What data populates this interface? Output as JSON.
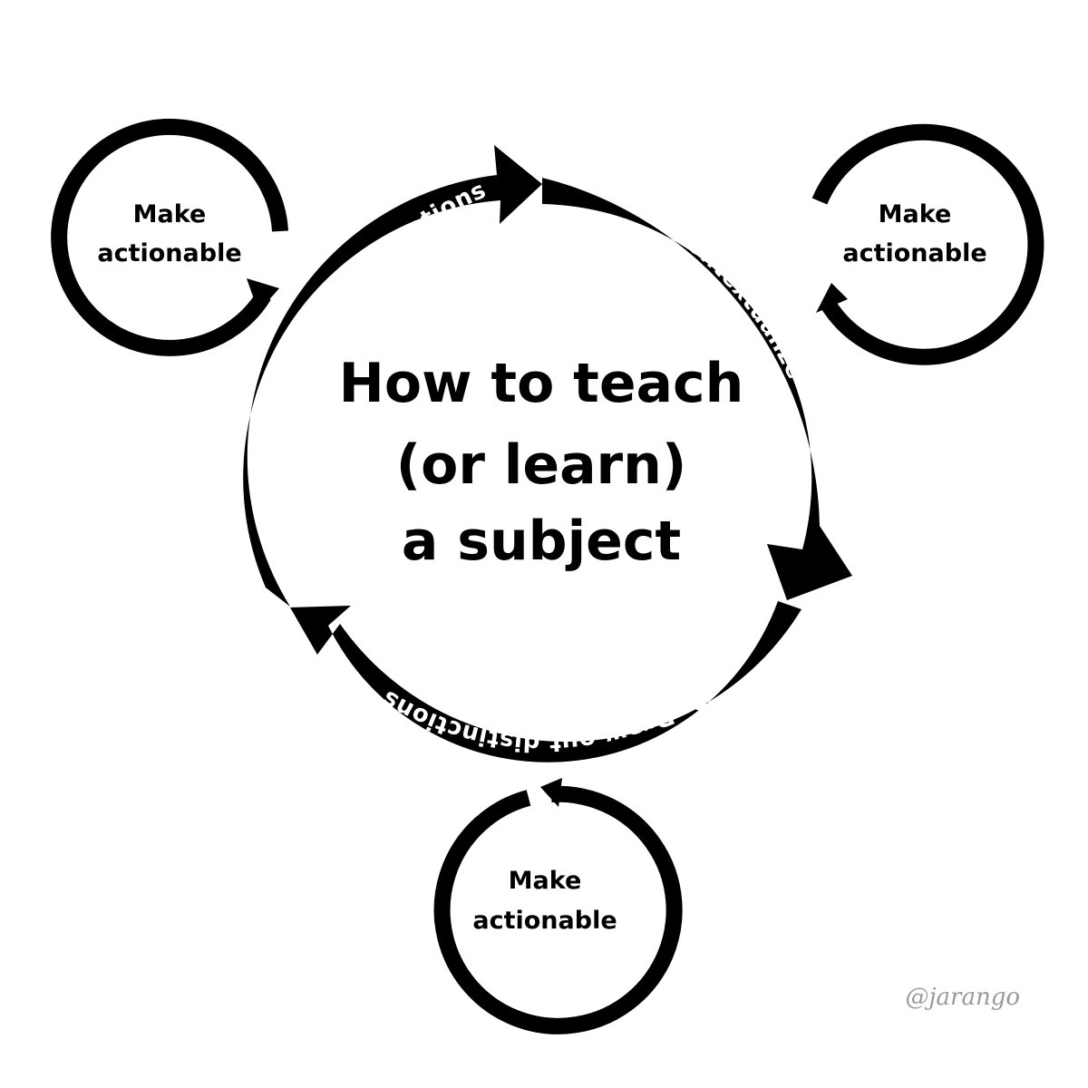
{
  "diagram": {
    "title_lines": [
      "How to teach",
      "(or learn)",
      "a subject"
    ],
    "steps": [
      {
        "label": "1. Contextualize"
      },
      {
        "label": "2. Draw out distinctions"
      },
      {
        "label": "3. Explore implications"
      }
    ],
    "satellites": [
      {
        "line1": "Make",
        "line2": "actionable"
      },
      {
        "line1": "Make",
        "line2": "actionable"
      },
      {
        "line1": "Make",
        "line2": "actionable"
      }
    ],
    "credit": "@jarango",
    "colors": {
      "stroke": "#000000",
      "label": "#ffffff",
      "background": "#ffffff",
      "credit": "#9a9a9a"
    }
  }
}
